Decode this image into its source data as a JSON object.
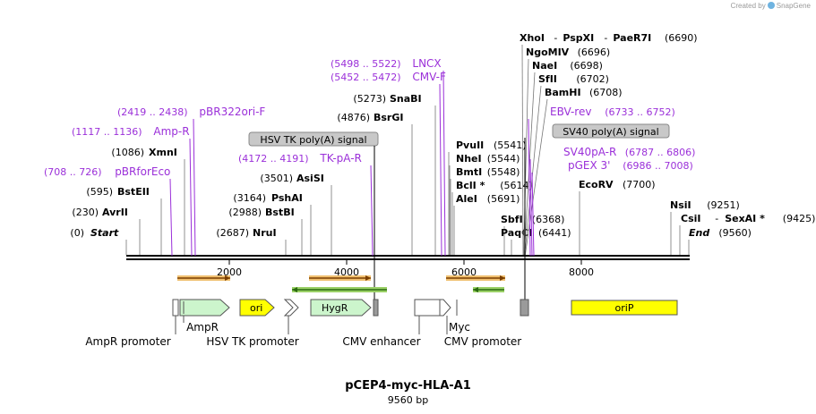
{
  "credit": {
    "prefix": "Created by",
    "brand": "SnapGene"
  },
  "plasmid": {
    "name": "pCEP4-myc-HLA-A1",
    "length_label": "9560 bp"
  },
  "ruler": {
    "ticks": [
      "2000",
      "4000",
      "6000",
      "8000"
    ]
  },
  "enzymes_left": [
    {
      "pos": "(0)",
      "name": "Start",
      "italic": true
    },
    {
      "pos": "(230)",
      "name": "AvrII"
    },
    {
      "pos": "(595)",
      "name": "BstEII"
    },
    {
      "pos": "(1086)",
      "name": "XmnI"
    },
    {
      "pos": "(2687)",
      "name": "NruI"
    },
    {
      "pos": "(2988)",
      "name": "BstBI"
    },
    {
      "pos": "(3164)",
      "name": "PshAI"
    },
    {
      "pos": "(3501)",
      "name": "AsiSI"
    },
    {
      "pos": "(4876)",
      "name": "BsrGI"
    },
    {
      "pos": "(5273)",
      "name": "SnaBI"
    },
    {
      "name": "PvuII",
      "pos": "(5541)"
    },
    {
      "name": "NheI",
      "pos": "(5544)"
    },
    {
      "name": "BmtI",
      "pos": "(5548)"
    },
    {
      "name": "BclI *",
      "pos": "(5614)"
    },
    {
      "name": "AleI",
      "pos": "(5691)"
    },
    {
      "name": "SbfI",
      "pos": "(6368)"
    },
    {
      "name": "PaqCI",
      "pos": "(6441)"
    }
  ],
  "enzymes_top": [
    {
      "names": [
        "XhoI",
        "PspXI",
        "PaeR7I"
      ],
      "pos": "(6690)"
    },
    {
      "names": [
        "NgoMIV"
      ],
      "pos": "(6696)"
    },
    {
      "names": [
        "NaeI"
      ],
      "pos": "(6698)"
    },
    {
      "names": [
        "SfII"
      ],
      "pos": "(6702)"
    },
    {
      "names": [
        "BamHI"
      ],
      "pos": "(6708)"
    }
  ],
  "enzymes_right": [
    {
      "name": "EcoRV",
      "pos": "(7700)"
    },
    {
      "name": "NsiI",
      "pos": "(9251)"
    },
    {
      "names": [
        "CsiI",
        "SexAI *"
      ],
      "pos": "(9425)"
    },
    {
      "name": "End",
      "pos": "(9560)",
      "italic": true
    }
  ],
  "primers": [
    {
      "range": "(5498 .. 5522)",
      "name": "LNCX"
    },
    {
      "range": "(5452 .. 5472)",
      "name": "CMV-F"
    },
    {
      "range": "(2419 .. 2438)",
      "name": "pBR322ori-F"
    },
    {
      "range": "(1117 .. 1136)",
      "name": "Amp-R"
    },
    {
      "range": "(708 .. 726)",
      "name": "pBRforEco"
    },
    {
      "range": "(4172 .. 4191)",
      "name": "TK-pA-R"
    },
    {
      "name": "EBV-rev",
      "range": "(6733 .. 6752)"
    },
    {
      "name": "SV40pA-R",
      "range": "(6787 .. 6806)"
    },
    {
      "name": "pGEX 3'",
      "range": "(6986 .. 7008)"
    }
  ],
  "boxed_features": [
    {
      "name": "HSV TK poly(A) signal"
    },
    {
      "name": "SV40 poly(A) signal"
    }
  ],
  "map_features": [
    {
      "name": "ori",
      "label_inside": true
    },
    {
      "name": "HygR",
      "label_inside": true
    },
    {
      "name": "oriP",
      "label_inside": true
    },
    {
      "name": "AmpR"
    },
    {
      "name": "Myc"
    }
  ],
  "bottom_labels": [
    {
      "name": "AmpR promoter"
    },
    {
      "name": "HSV TK promoter"
    },
    {
      "name": "CMV enhancer"
    },
    {
      "name": "CMV promoter"
    }
  ],
  "colors": {
    "primer": "#9b30d9",
    "bracket_orange": "#f0c070",
    "bracket_green": "#9ad066",
    "cds": "#ccf5cc",
    "ori": "#ffff00",
    "polyA_box": "#c8c8c8",
    "myc_gray": "#9a9a9a"
  }
}
